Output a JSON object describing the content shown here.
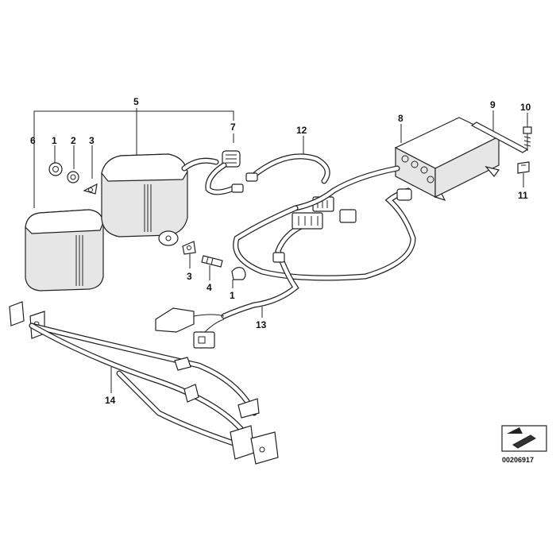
{
  "labels": {
    "l1a": "1",
    "l2": "2",
    "l3a": "3",
    "l5": "5",
    "l6": "6",
    "l7": "7",
    "l12": "12",
    "l8": "8",
    "l9": "9",
    "l10": "10",
    "l11": "11",
    "l3b": "3",
    "l4": "4",
    "l1b": "1",
    "l13": "13",
    "l14": "14"
  },
  "image_code": "00206917",
  "colors": {
    "line": "#222222",
    "fill": "#ffffff",
    "shade": "#e6e6e6"
  }
}
